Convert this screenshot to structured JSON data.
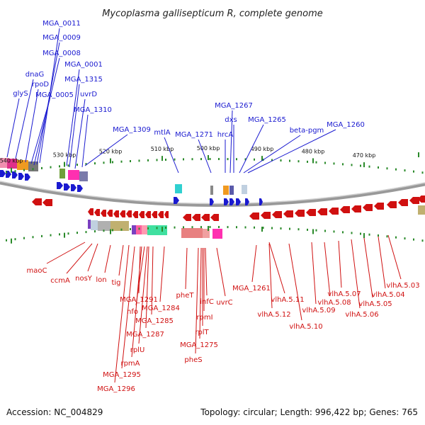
{
  "title": "Mycoplasma gallisepticum R, complete genome",
  "accession": "Accession: NC_004829",
  "summary": "Topology: circular; Length: 996,422 bp; Genes: 765",
  "colors": {
    "forward": "#1a1ad0",
    "reverse": "#d01010",
    "backbone": "#888888",
    "ticks": "#2a8a2a"
  },
  "scale_labels": [
    "540 kbp",
    "530 kbp",
    "520 kbp",
    "510 kbp",
    "500 kbp",
    "490 kbp",
    "480 kbp",
    "470 kbp"
  ],
  "forward_labels": [
    "MGA_0011",
    "MGA_0009",
    "MGA_0008",
    "MGA_0001",
    "dnaG",
    "rpoD",
    "MGA_1315",
    "glyS",
    "MGA_0005",
    "uvrD",
    "MGA_1310",
    "MGA_1267",
    "dxs",
    "MGA_1265",
    "MGA_1260",
    "beta-pgm",
    "MGA_1309",
    "mtlA",
    "MGA_1271",
    "hrcA"
  ],
  "reverse_labels": [
    "maoC",
    "ccmA",
    "nosY",
    "lon",
    "tig",
    "MGA_1291",
    "nfo",
    "MGA_1284",
    "MGA_1285",
    "MGA_1287",
    "rplU",
    "rpmA",
    "MGA_1295",
    "MGA_1296",
    "pheT",
    "infC",
    "rpmI",
    "rplT",
    "MGA_1275",
    "pheS",
    "uvrC",
    "MGA_1261",
    "vlhA.5.11",
    "vlhA.5.12",
    "vlhA.5.10",
    "vlhA.5.09",
    "vlhA.5.08",
    "vlhA.5.07",
    "vlhA.5.06",
    "vlhA.5.05",
    "vlhA.5.04",
    "vlhA.5.03"
  ]
}
